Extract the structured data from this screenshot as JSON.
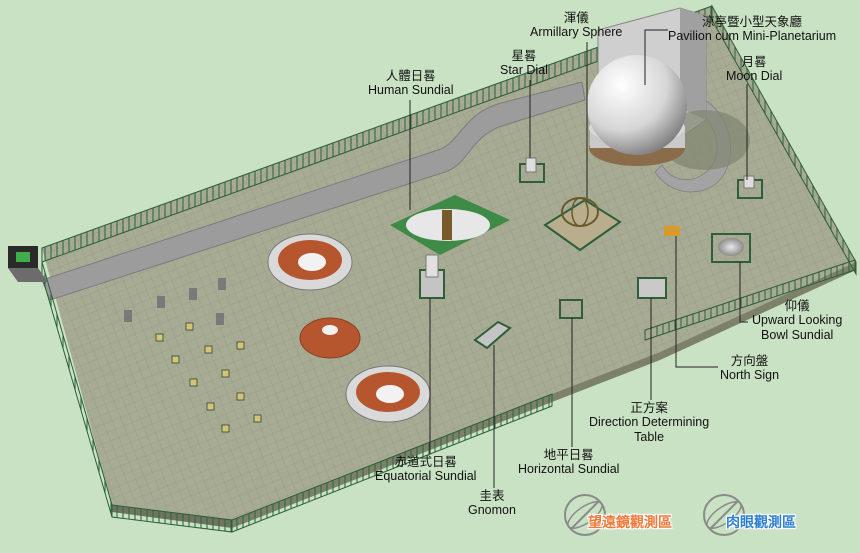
{
  "labels": {
    "armillary": {
      "zh": "渾儀",
      "en": "Armillary Sphere"
    },
    "pavilion": {
      "zh": "涼亭暨小型天象廳",
      "en": "Pavilion cum Mini-Planetarium"
    },
    "star_dial": {
      "zh": "星晷",
      "en": "Star Dial"
    },
    "moon_dial": {
      "zh": "月晷",
      "en": "Moon Dial"
    },
    "human_sundial": {
      "zh": "人體日晷",
      "en": "Human Sundial"
    },
    "upward_bowl": {
      "zh": "仰儀",
      "en1": "Upward Looking",
      "en2": "Bowl Sundial"
    },
    "north_sign": {
      "zh": "方向盤",
      "en": "North Sign"
    },
    "direction_table": {
      "zh": "正方案",
      "en1": "Direction Determining",
      "en2": "Table"
    },
    "horizontal_sundial": {
      "zh": "地平日晷",
      "en": "Horizontal Sundial"
    },
    "equatorial_sundial": {
      "zh": "赤道式日晷",
      "en": "Equatorial Sundial"
    },
    "gnomon": {
      "zh": "圭表",
      "en": "Gnomon"
    }
  },
  "zones": {
    "telescope": {
      "label": "望遠鏡觀測區",
      "color": "#f07a3a"
    },
    "naked_eye": {
      "label": "肉眼觀測區",
      "color": "#2f7fd0"
    }
  },
  "colors": {
    "background": "#c9e2c4",
    "ground": "#a9ac94",
    "fence": "#2e5e3a",
    "path": "#9a9a9a"
  }
}
